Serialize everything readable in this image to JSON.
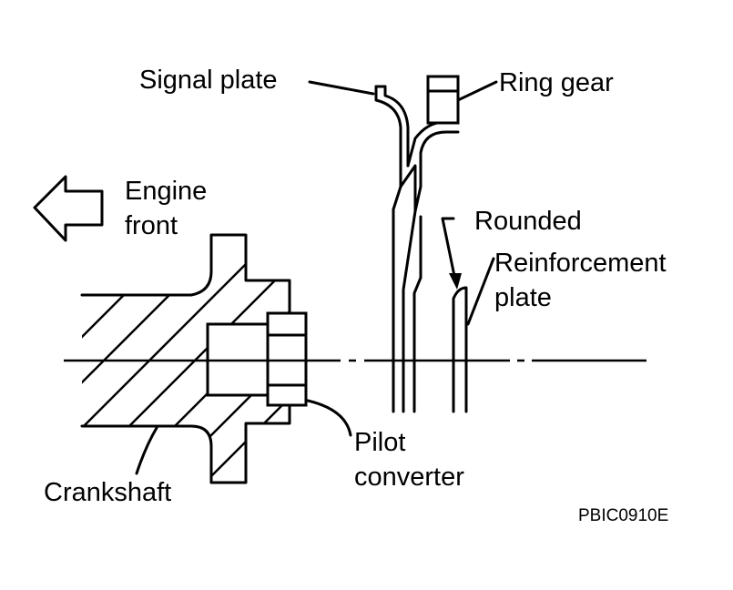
{
  "labels": {
    "signal_plate": "Signal plate",
    "ring_gear": "Ring gear",
    "engine_front_line1": "Engine",
    "engine_front_line2": "front",
    "rounded": "Rounded",
    "reinforcement_line1": "Reinforcement",
    "reinforcement_line2": "plate",
    "pilot_line1": "Pilot",
    "pilot_line2": "converter",
    "crankshaft": "Crankshaft",
    "figure_code": "PBIC0910E"
  },
  "icons": {
    "direction_arrow": "arrow-left-icon"
  },
  "colors": {
    "line": "#000000",
    "background": "#ffffff"
  }
}
